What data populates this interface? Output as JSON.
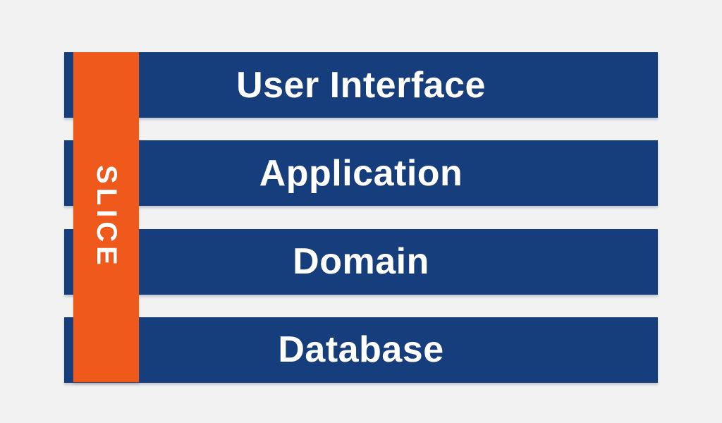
{
  "diagram": {
    "title": "layered-architecture-slice",
    "slice": {
      "label": "SLICE"
    },
    "layers": [
      {
        "label": "User Interface"
      },
      {
        "label": "Application"
      },
      {
        "label": "Domain"
      },
      {
        "label": "Database"
      }
    ],
    "colors": {
      "layer_bar": "#173e7c",
      "slice_bar": "#f0591c",
      "background": "#f1f2f1",
      "text": "#ffffff"
    }
  }
}
